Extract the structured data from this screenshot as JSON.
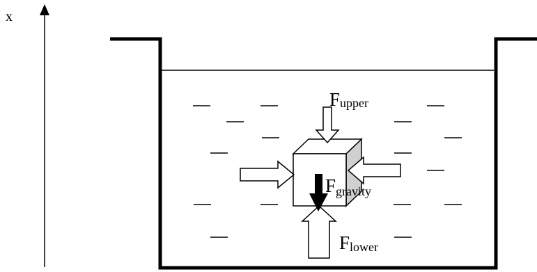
{
  "axis": {
    "label": "x"
  },
  "forces": {
    "upper": {
      "symbol": "F",
      "subscript": "upper"
    },
    "gravity": {
      "symbol": "F",
      "subscript": "gravity"
    },
    "lower": {
      "symbol": "F",
      "subscript": "lower"
    }
  },
  "colors": {
    "line": "#000000",
    "cube_front": "#ffffff",
    "cube_side": "#d0d0d0",
    "arrow_fill": "#ffffff"
  }
}
